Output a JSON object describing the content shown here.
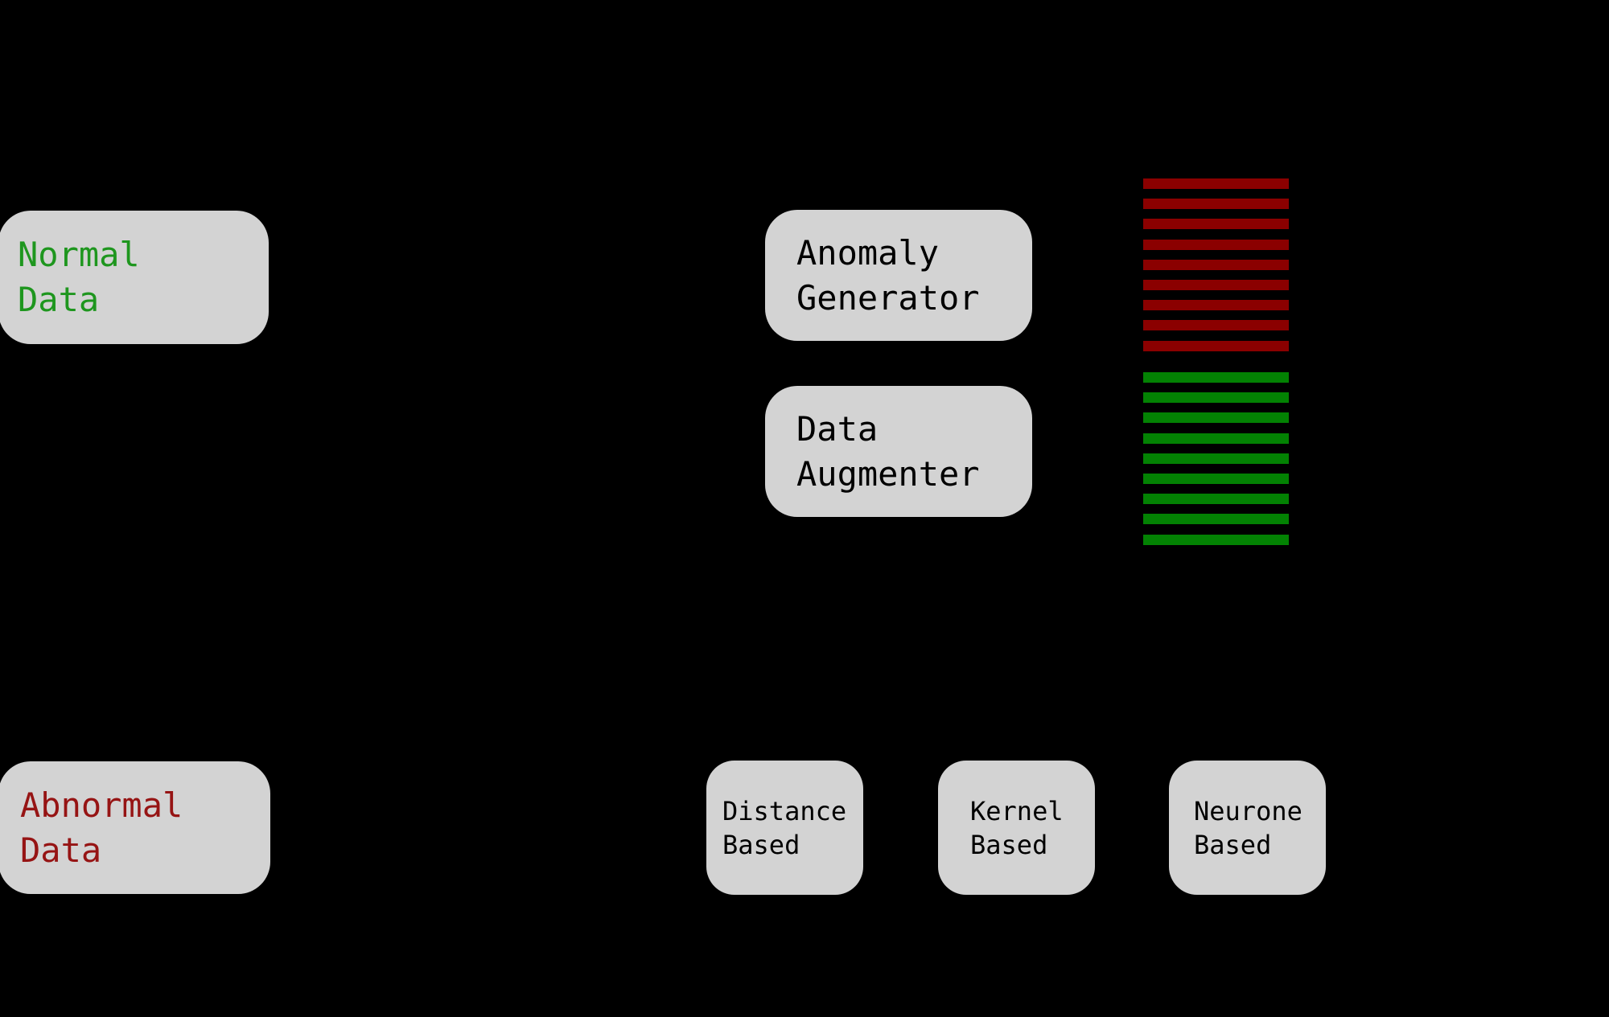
{
  "figure": {
    "background_color": "#000000",
    "node_fill_color": "#d3d3d3",
    "boxes": {
      "normal_data": {
        "lines": [
          "Normal",
          "Data"
        ],
        "text_color": "#1e961e"
      },
      "abnormal_data": {
        "lines": [
          "Abnormal",
          "Data"
        ],
        "text_color": "#961414"
      },
      "anomaly_generator": {
        "lines": [
          "Anomaly",
          "Generator"
        ],
        "text_color": "#000000"
      },
      "data_augmenter": {
        "lines": [
          "Data",
          "Augmenter"
        ],
        "text_color": "#000000"
      },
      "distance_based": {
        "lines": [
          "Distance",
          "Based"
        ],
        "text_color": "#000000"
      },
      "kernel_based": {
        "lines": [
          "Kernel",
          "Based"
        ],
        "text_color": "#000000"
      },
      "neurone_based": {
        "lines": [
          "Neurone",
          "Based"
        ],
        "text_color": "#000000"
      }
    },
    "stripes": {
      "abnormal_rows": {
        "count": 9,
        "color": "#8b0000",
        "meaning": "generated anomaly data rows"
      },
      "normal_rows": {
        "count": 9,
        "color": "#038203",
        "meaning": "augmented normal data rows"
      }
    }
  }
}
